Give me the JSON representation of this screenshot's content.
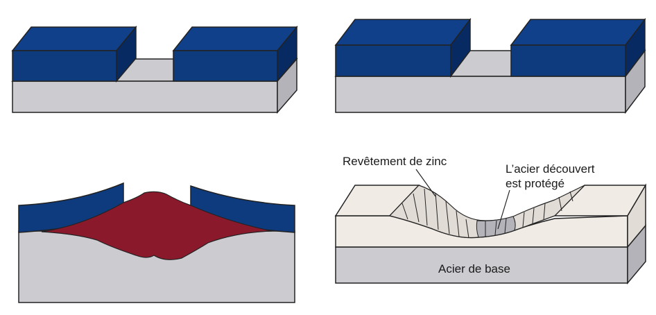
{
  "colors": {
    "steel": "#cbcbd0",
    "steel_side": "#b3b3b9",
    "coating": "#0e3a7e",
    "coating_top": "#10408a",
    "coating_side": "#082a63",
    "rust": "#8a1a2b",
    "zinc_panel": "#f1ebe6",
    "zinc_panel_side": "#e2dcd6",
    "outline": "#222222"
  },
  "labels": {
    "zinc_coating": "Revêtement de zinc",
    "exposed_steel_line1": "L’acier découvert",
    "exposed_steel_line2": "est protégé",
    "base_steel": "Acier de base"
  }
}
